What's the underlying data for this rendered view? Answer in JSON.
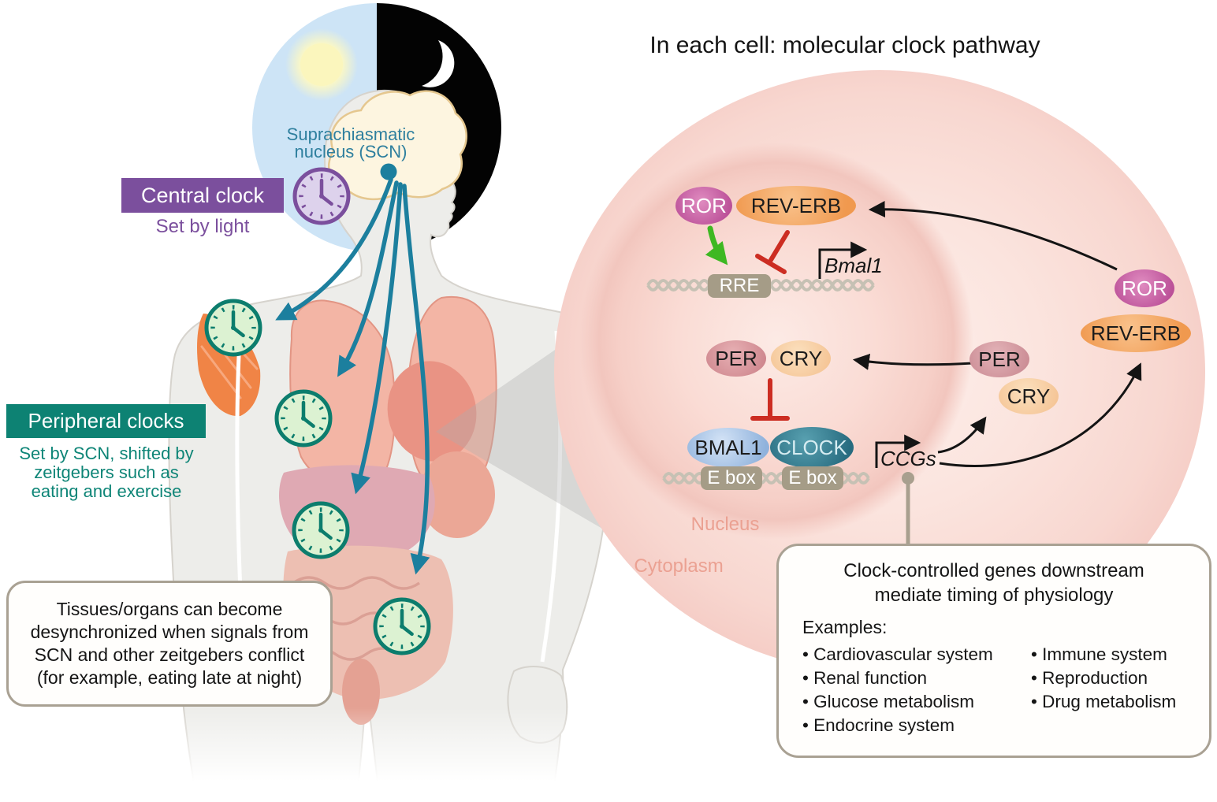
{
  "left": {
    "scn_label": "Suprachiasmatic\nnucleus (SCN)",
    "central_clock": {
      "title": "Central clock",
      "subtitle": "Set by light"
    },
    "peripheral_clocks": {
      "title": "Peripheral clocks",
      "subtitle": "Set by SCN, shifted by\nzeitgebers such as\neating and exercise"
    },
    "desync_note": "Tissues/organs can become\ndesynchronized when signals from\nSCN and other zeitgebers conflict\n(for example, eating late at night)"
  },
  "cell": {
    "title": "In each cell: molecular clock pathway",
    "nucleus_label": "Nucleus",
    "cytoplasm_label": "Cytoplasm",
    "genes": {
      "rre": "RRE",
      "ebox1": "E box",
      "ebox2": "E box",
      "bmal1": "Bmal1",
      "ccgs": "CCGs"
    },
    "proteins": {
      "ror_top": "ROR",
      "reverb_top": "REV-ERB",
      "per_nuc": "PER",
      "cry_nuc": "CRY",
      "bmal1": "BMAL1",
      "clock": "CLOCK",
      "per_cyt": "PER",
      "cry_cyt": "CRY",
      "ror_cyt": "ROR",
      "reverb_cyt": "REV-ERB"
    }
  },
  "ccg_box": {
    "title": "Clock-controlled genes downstream\nmediate timing of physiology",
    "examples_label": "Examples:",
    "left_items": [
      "Cardiovascular system",
      "Renal function",
      "Glucose metabolism",
      "Endocrine system"
    ],
    "right_items": [
      "Immune system",
      "Reproduction",
      "Drug metabolism"
    ]
  },
  "icons": {
    "sun": "sun-icon",
    "moon": "moon-icon",
    "central_clock": "clock-icon-purple",
    "peripheral_clock": "clock-icon-green"
  },
  "colors": {
    "central_purple": "#7b4f9d",
    "peripheral_teal": "#0d8273",
    "scn_arrow_teal": "#1c7f9e",
    "activation_green": "#3eb822",
    "inhibition_red": "#cc2d22",
    "gene_box_gray": "#a59c87",
    "dna_gray": "#c6c1b4",
    "nucleus_label_salmon": "#eba192",
    "cell_pink": "#f8d7d0"
  }
}
